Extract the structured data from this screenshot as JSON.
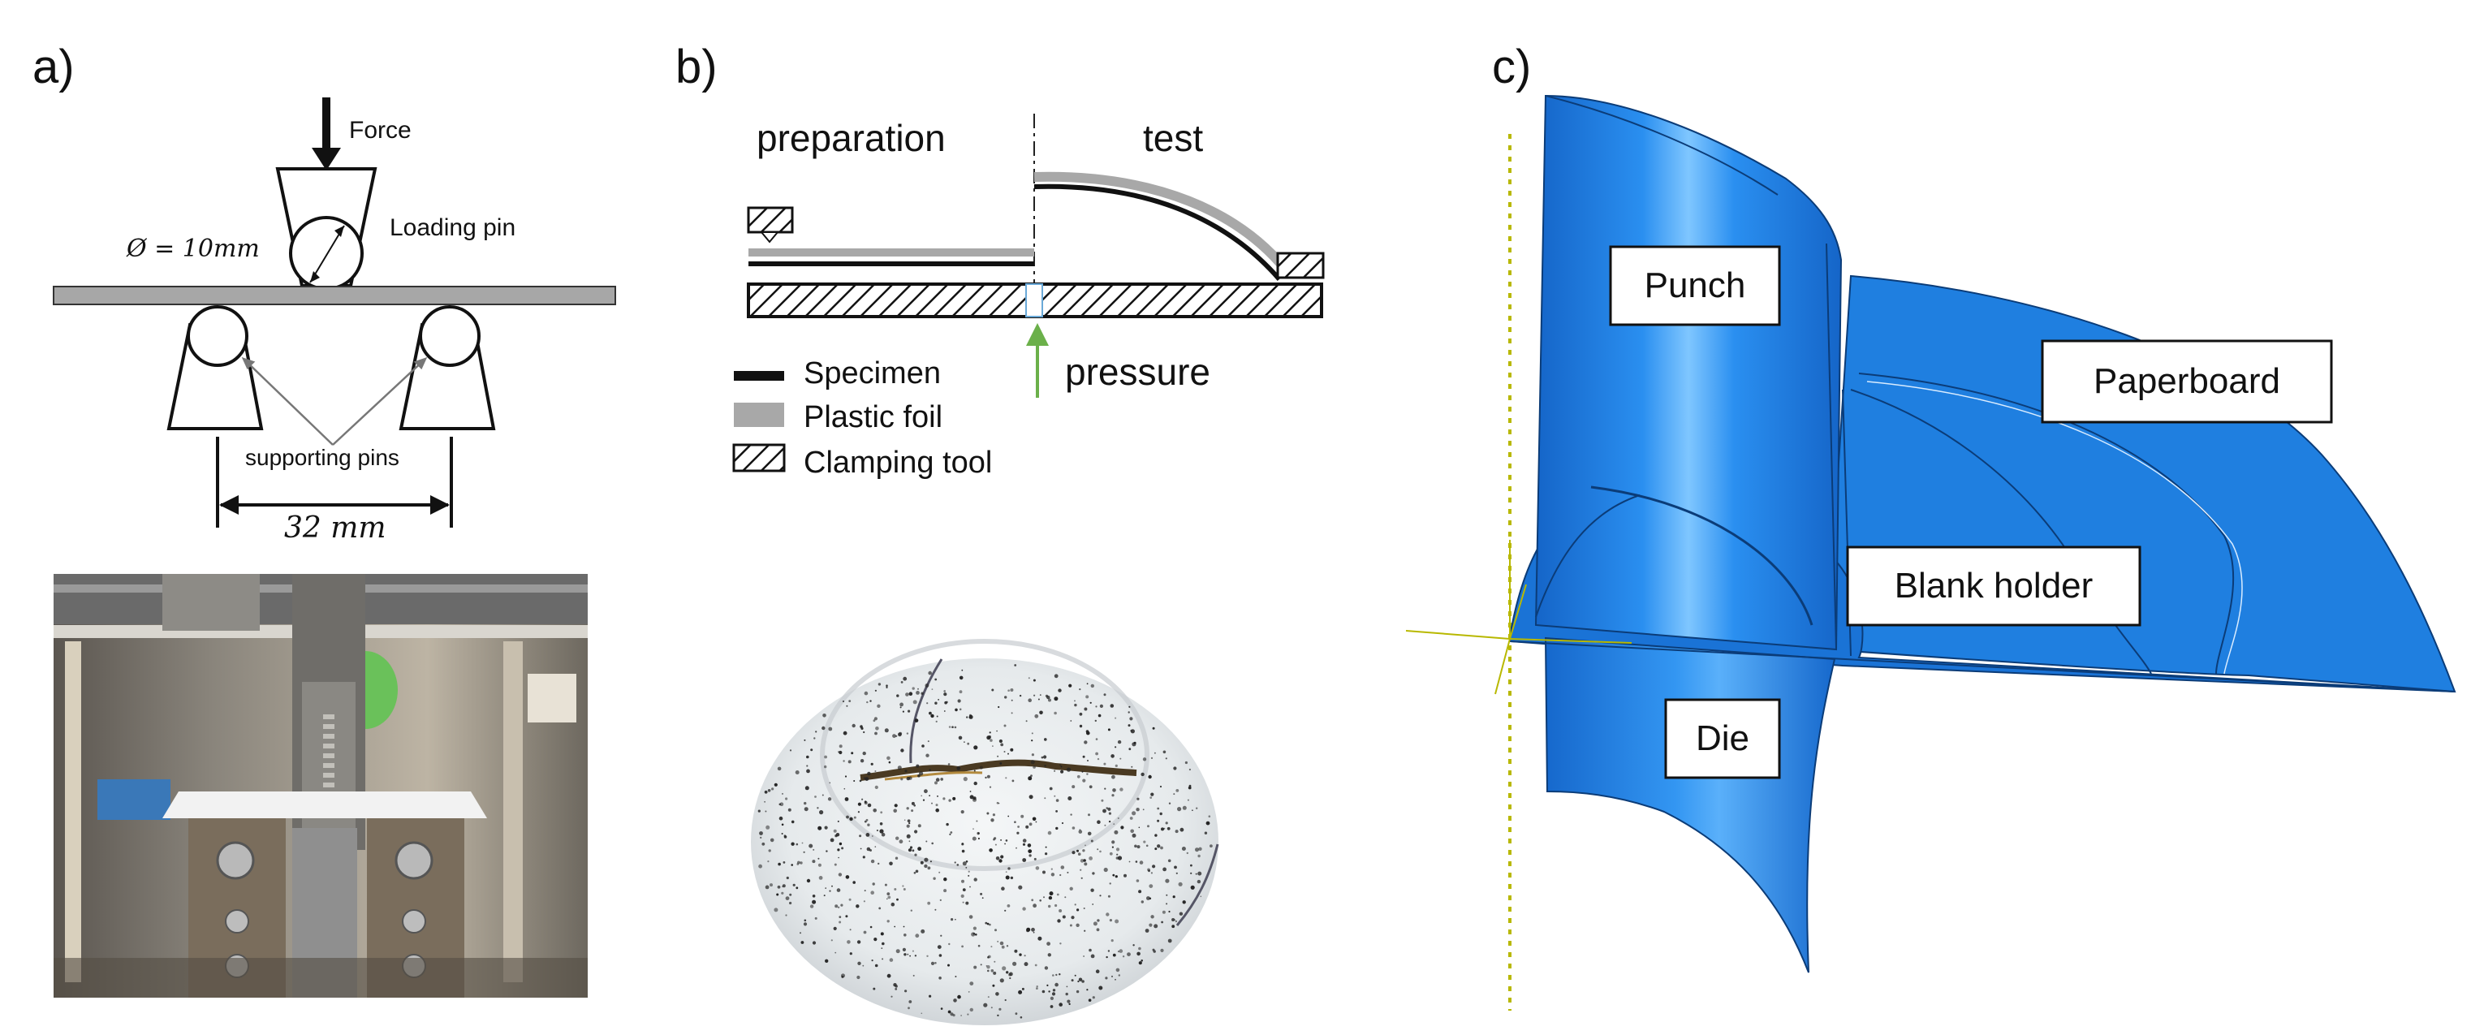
{
  "panel_a": {
    "letter": "a)",
    "force_label": "Force",
    "loading_pin_label": "Loading pin",
    "diameter_label": "Ø = 10mm",
    "supporting_pins_label": "supporting pins",
    "span_label": "32 mm"
  },
  "panel_b": {
    "letter": "b)",
    "preparation_label": "preparation",
    "test_label": "test",
    "pressure_label": "pressure",
    "legend": {
      "specimen": "Specimen",
      "plastic_foil": "Plastic foil",
      "clamping_tool": "Clamping tool"
    }
  },
  "panel_c": {
    "letter": "c)",
    "punch_label": "Punch",
    "paperboard_label": "Paperboard",
    "blank_holder_label": "Blank holder",
    "die_label": "Die"
  },
  "colors": {
    "tool_blue": "#1f7fe0",
    "pressure_green": "#6bb04a",
    "foil_gray": "#a8a8a8",
    "axis_yellow": "#b8b800"
  }
}
